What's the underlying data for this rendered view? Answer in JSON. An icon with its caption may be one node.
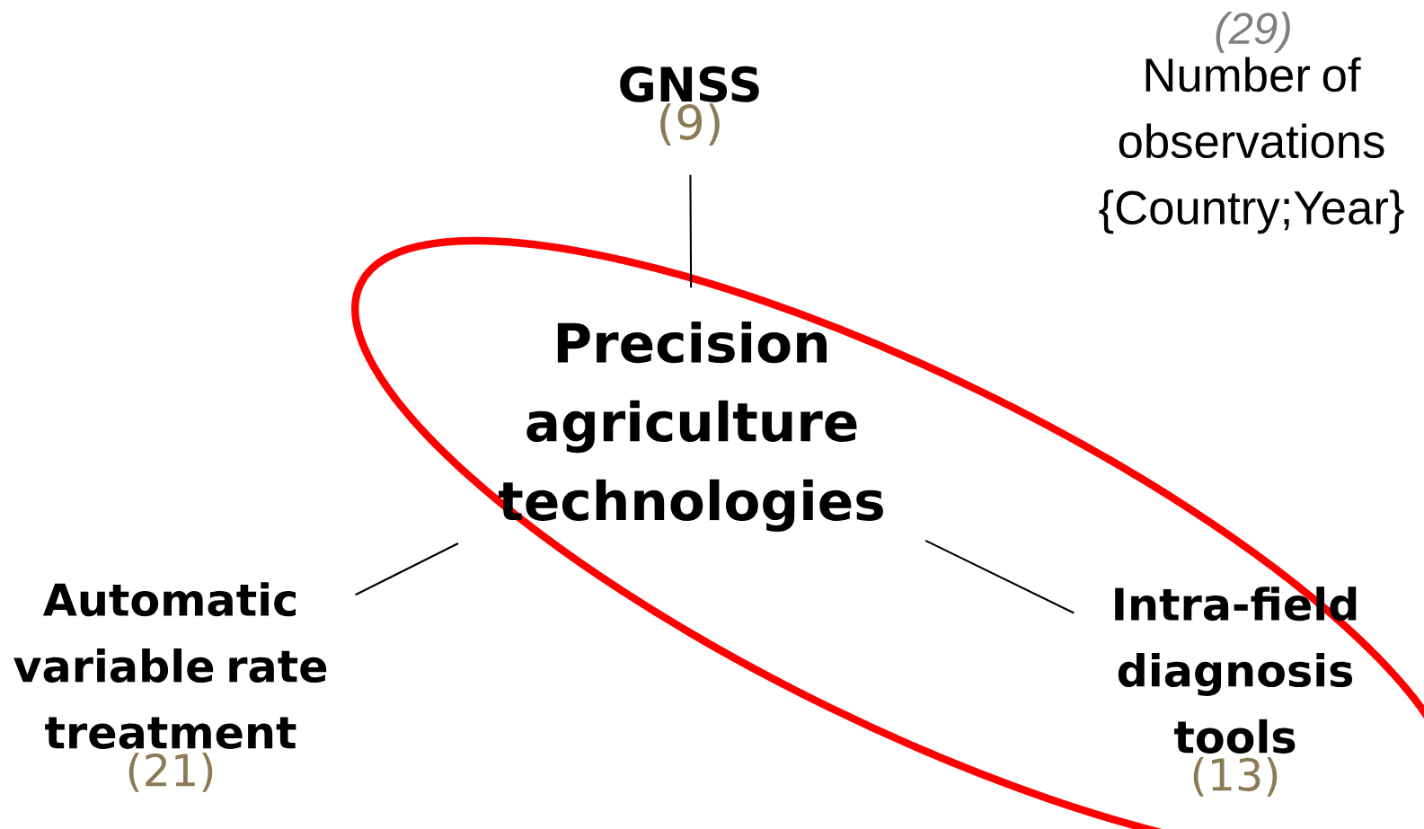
{
  "diagram": {
    "nodes": [
      {
        "text": [
          "Precision agriculture technologies"
        ]
      },
      {
        "text": [
          "GNSS",
          "(9)"
        ]
      },
      {
        "text": [
          "Automatic variable rate treatment",
          "(21)"
        ]
      },
      {
        "text": [
          "Intra-field diagnosis tools",
          "(13)"
        ]
      }
    ],
    "edges": [
      {
        "from": 0,
        "to": 1,
        "arrow": "none"
      },
      {
        "from": 0,
        "to": 2,
        "arrow": "none"
      },
      {
        "from": 0,
        "to": 3,
        "arrow": "none"
      }
    ],
    "labels": [
      "(29)",
      "Number of observations {Country;Year}"
    ]
  }
}
